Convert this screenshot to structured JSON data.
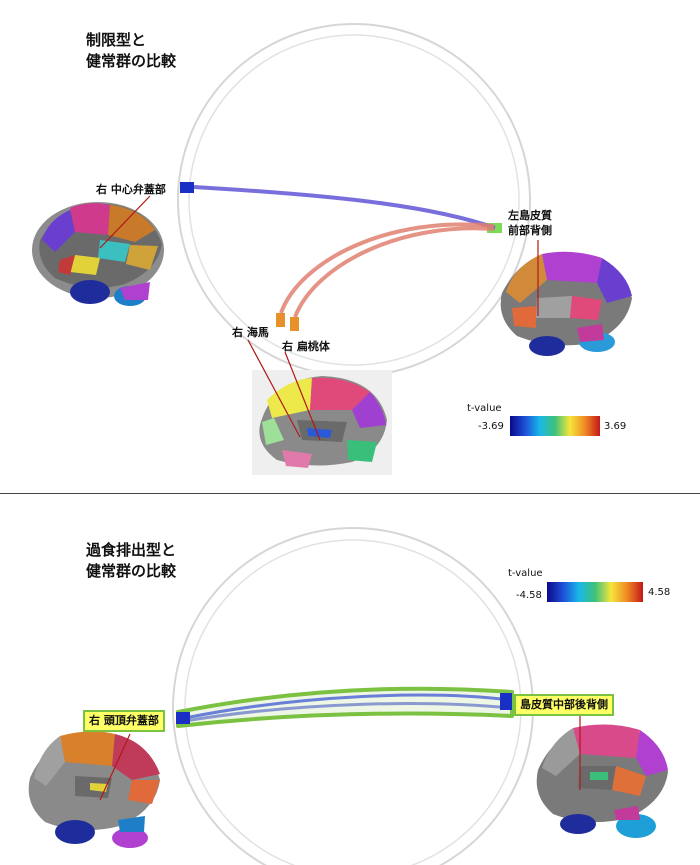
{
  "panels": [
    {
      "title": "制限型と\n健常群の比較",
      "regions": {
        "r_central_operculum": "右 中心弁蓋部",
        "l_insula_anterior_dorsal": "左島皮質\n前部背側",
        "r_hippocampus": "右 海馬",
        "r_amygdala": "右 扁桃体"
      },
      "colorbar": {
        "title": "t-value",
        "min": "-3.69",
        "max": "3.69"
      }
    },
    {
      "title": "過食排出型と\n健常群の比較",
      "regions": {
        "r_parietal_operculum": "右 頭頂弁蓋部",
        "insula_mid_posterior_dorsal": "島皮質中部後背側"
      },
      "colorbar": {
        "title": "t-value",
        "min": "-4.58",
        "max": "4.58"
      }
    }
  ],
  "colors": {
    "connection_negative": "#6a5fd8",
    "connection_positive": "#e08070",
    "highlight": "#7bc142",
    "label_highlight": "#ffff66"
  }
}
